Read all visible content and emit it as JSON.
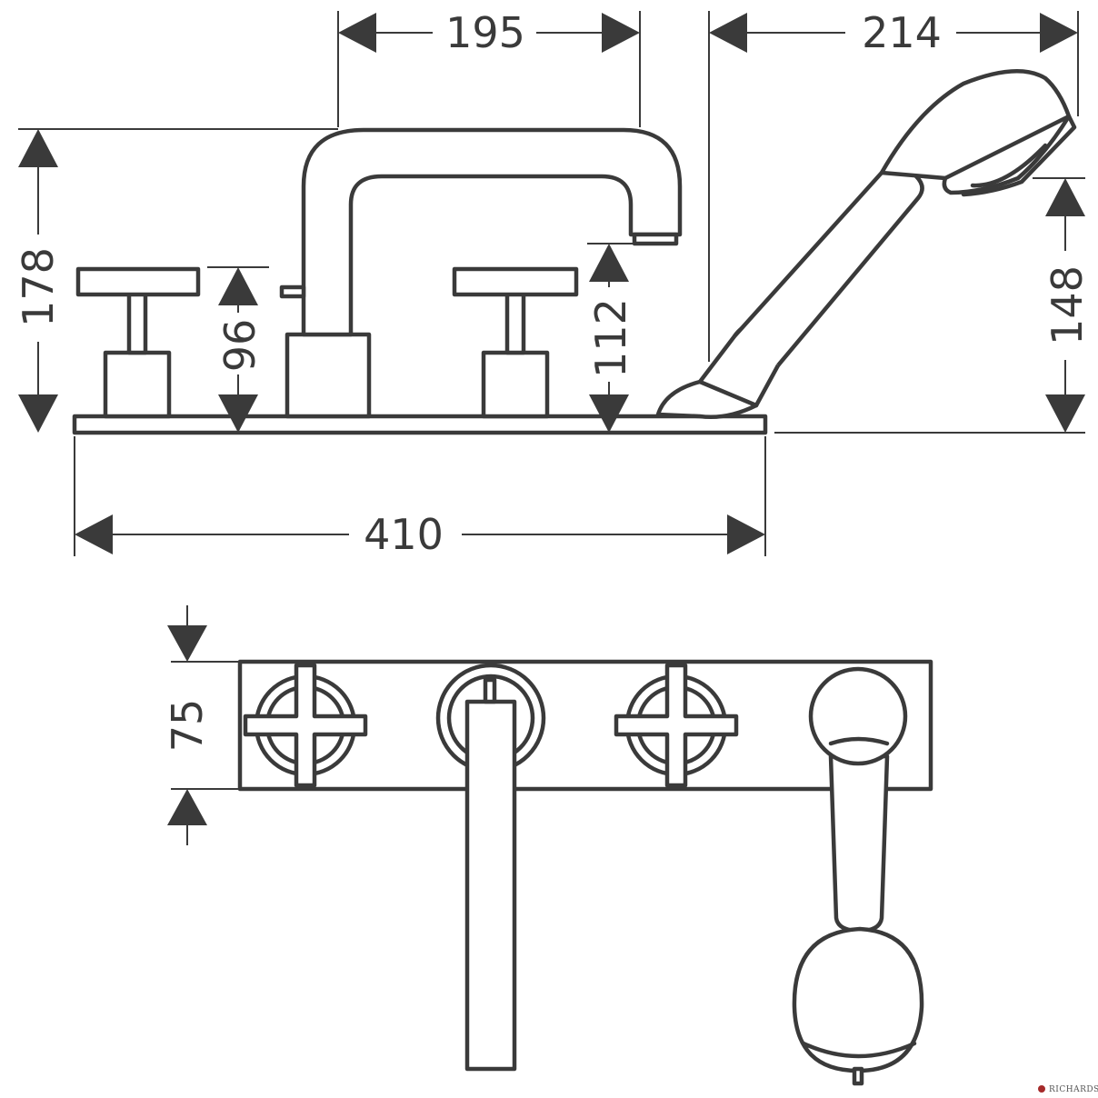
{
  "drawing": {
    "dimensions": {
      "spout_reach": "195",
      "handshower_reach": "214",
      "total_height": "178",
      "handle_height": "96",
      "spout_height": "112",
      "handshower_height": "148",
      "total_width": "410",
      "plate_depth": "75"
    },
    "watermark": "RICHARDSON",
    "colors": {
      "line": "#3a3a3a",
      "background": "#ffffff"
    }
  }
}
